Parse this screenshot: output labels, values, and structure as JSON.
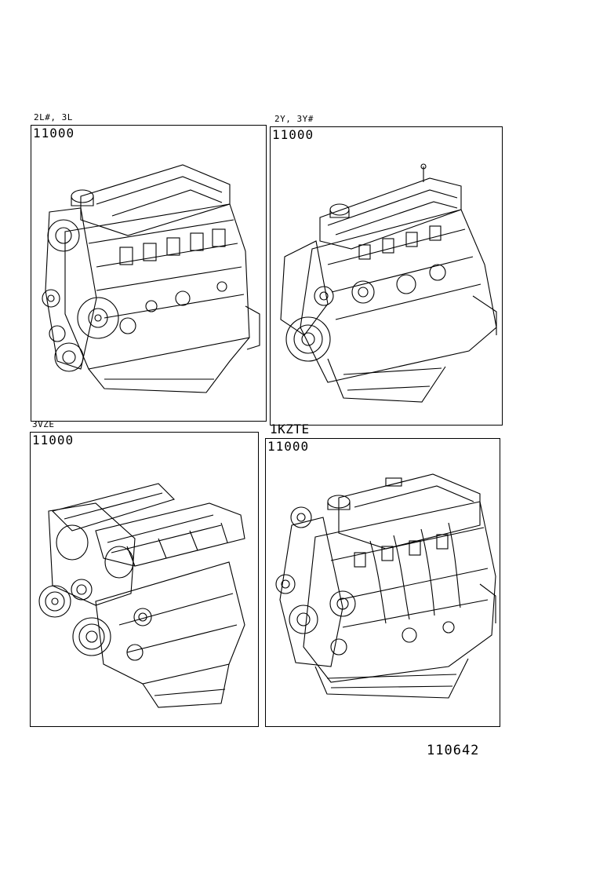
{
  "panels": [
    {
      "title": "2L#, 3L",
      "code": "11000"
    },
    {
      "title": "2Y, 3Y#",
      "code": "11000"
    },
    {
      "title": "3VZE",
      "code": "11000"
    },
    {
      "title": "1KZTE",
      "code": "11000"
    }
  ],
  "reference": "110642"
}
